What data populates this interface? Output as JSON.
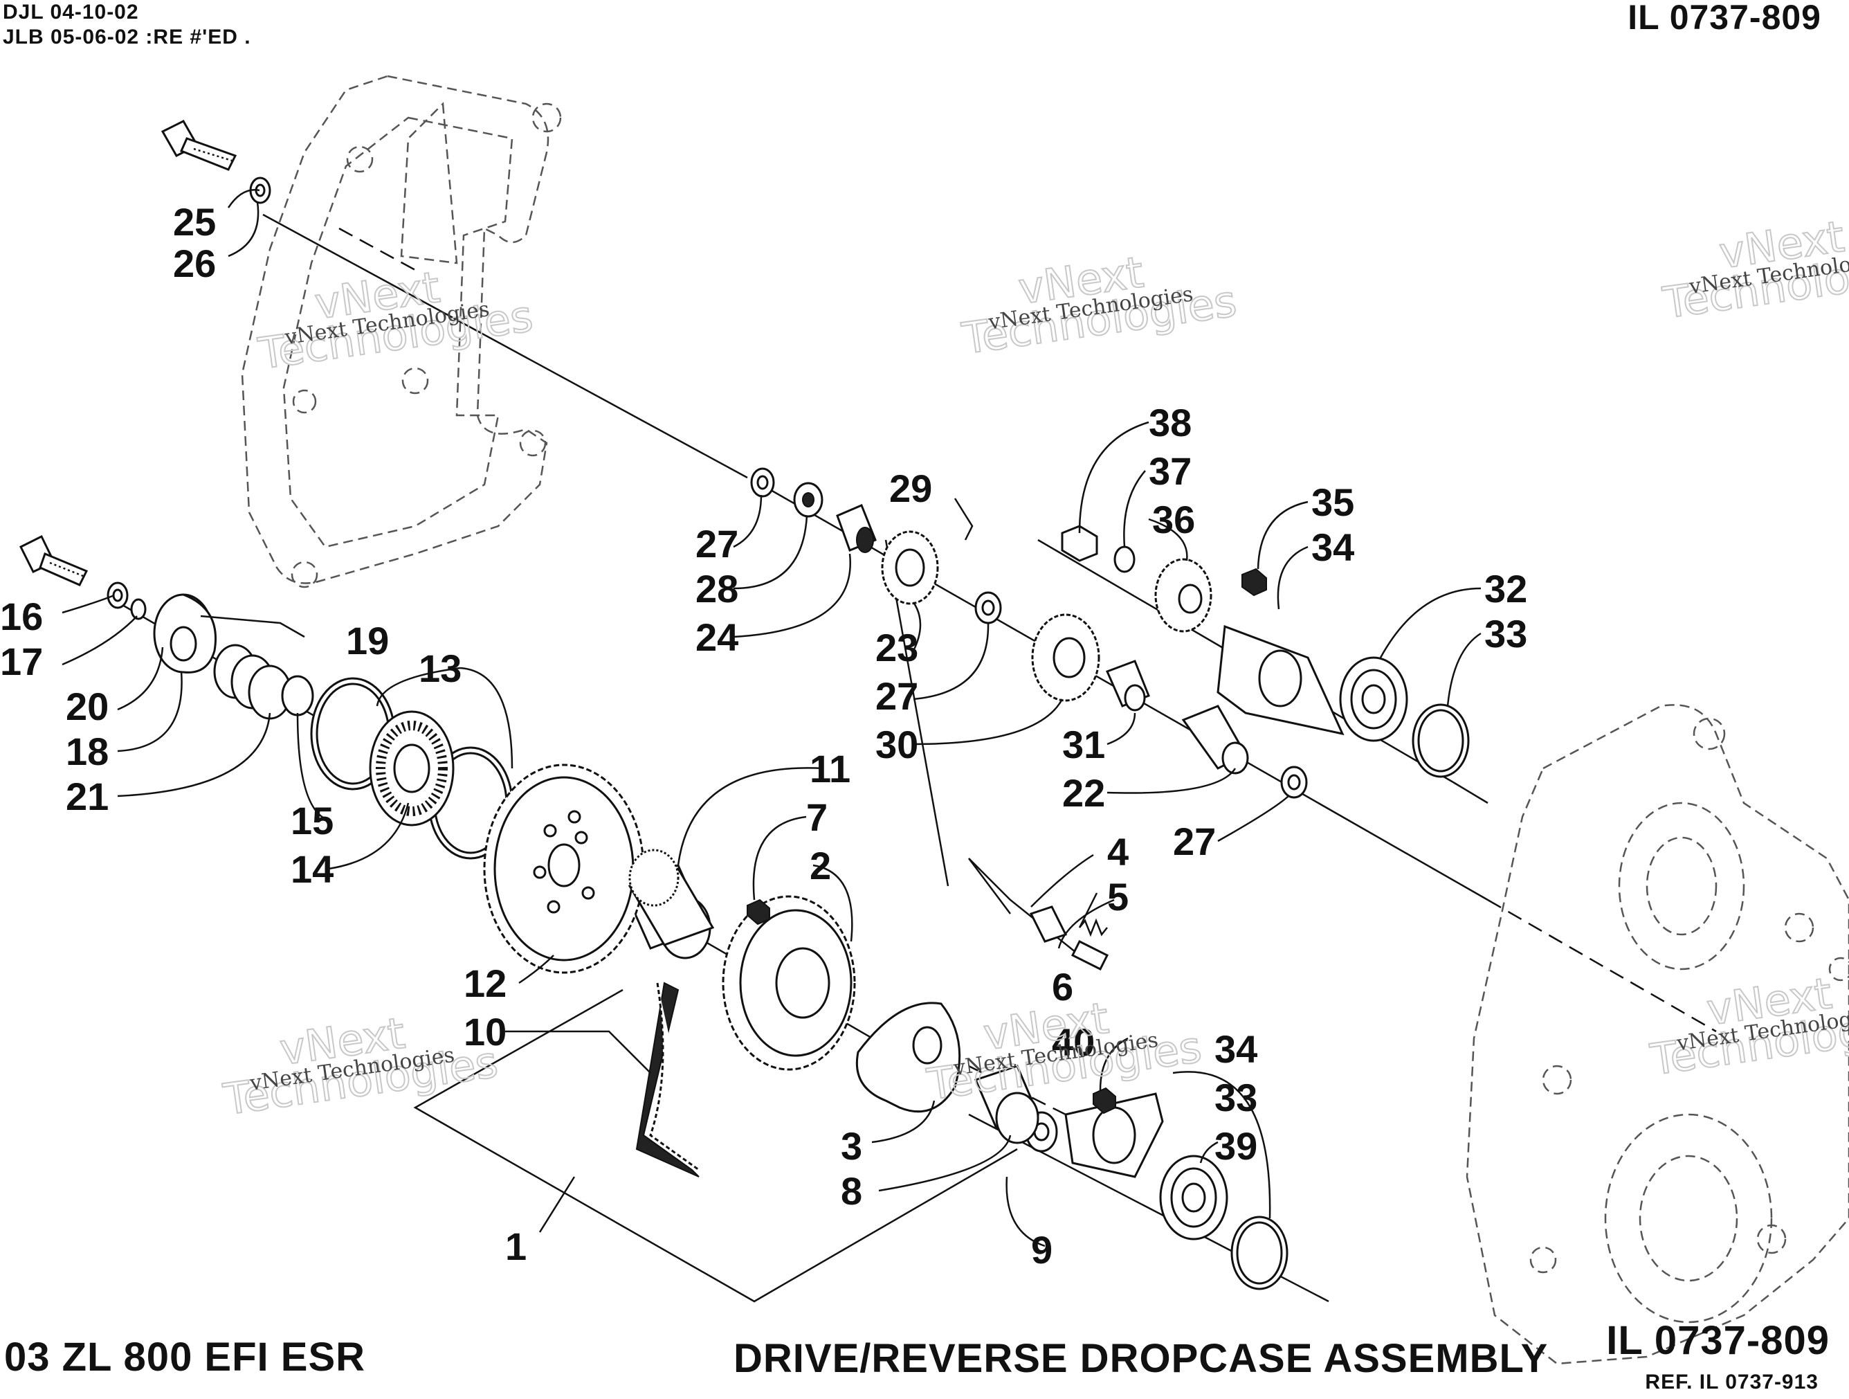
{
  "header": {
    "revision_lines": [
      "DJL 04-10-02",
      "JLB 05-06-02 :RE #'ED ."
    ],
    "illustration_id": "IL 0737-809"
  },
  "footer": {
    "model": "03 ZL 800 EFI ESR",
    "title": "DRIVE/REVERSE DROPCASE ASSEMBLY",
    "illustration_id": "IL 0737-809",
    "reference": "REF. IL 0737-913"
  },
  "watermark": {
    "company": "vNext Technologies",
    "line1": "vNext",
    "line2": "Technologies"
  },
  "callouts": [
    "25",
    "26",
    "27",
    "28",
    "24",
    "29",
    "23",
    "27",
    "30",
    "38",
    "37",
    "36",
    "35",
    "34",
    "32",
    "33",
    "31",
    "22",
    "27",
    "16",
    "17",
    "19",
    "20",
    "18",
    "21",
    "13",
    "15",
    "14",
    "11",
    "7",
    "2",
    "12",
    "10",
    "4",
    "5",
    "6",
    "40",
    "34",
    "33",
    "39",
    "3",
    "8",
    "9",
    "1"
  ]
}
